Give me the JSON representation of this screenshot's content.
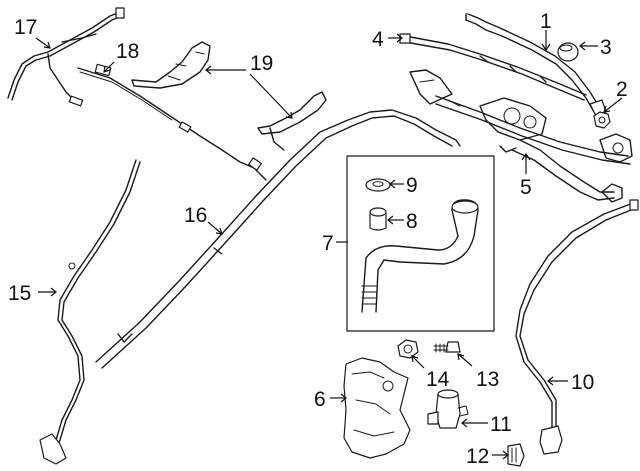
{
  "callouts": [
    {
      "id": "c1",
      "label": "1",
      "part": "wiper-arm"
    },
    {
      "id": "c2",
      "label": "2",
      "part": "arm-nut"
    },
    {
      "id": "c3",
      "label": "3",
      "part": "arm-cap"
    },
    {
      "id": "c4",
      "label": "4",
      "part": "wiper-blade"
    },
    {
      "id": "c5",
      "label": "5",
      "part": "linkage-motor-assembly"
    },
    {
      "id": "c6",
      "label": "6",
      "part": "washer-reservoir"
    },
    {
      "id": "c7",
      "label": "7",
      "part": "filler-neck-kit"
    },
    {
      "id": "c8",
      "label": "8",
      "part": "grommet-sleeve"
    },
    {
      "id": "c9",
      "label": "9",
      "part": "seal-washer"
    },
    {
      "id": "c10",
      "label": "10",
      "part": "rear-hose"
    },
    {
      "id": "c11",
      "label": "11",
      "part": "washer-pump"
    },
    {
      "id": "c12",
      "label": "12",
      "part": "level-sensor"
    },
    {
      "id": "c13",
      "label": "13",
      "part": "bolt"
    },
    {
      "id": "c14",
      "label": "14",
      "part": "nut"
    },
    {
      "id": "c15",
      "label": "15",
      "part": "hose-left"
    },
    {
      "id": "c16",
      "label": "16",
      "part": "hose-long"
    },
    {
      "id": "c17",
      "label": "17",
      "part": "hose-upper"
    },
    {
      "id": "c18",
      "label": "18",
      "part": "hose-nozzle"
    },
    {
      "id": "c19",
      "label": "19",
      "part": "bracket"
    }
  ]
}
